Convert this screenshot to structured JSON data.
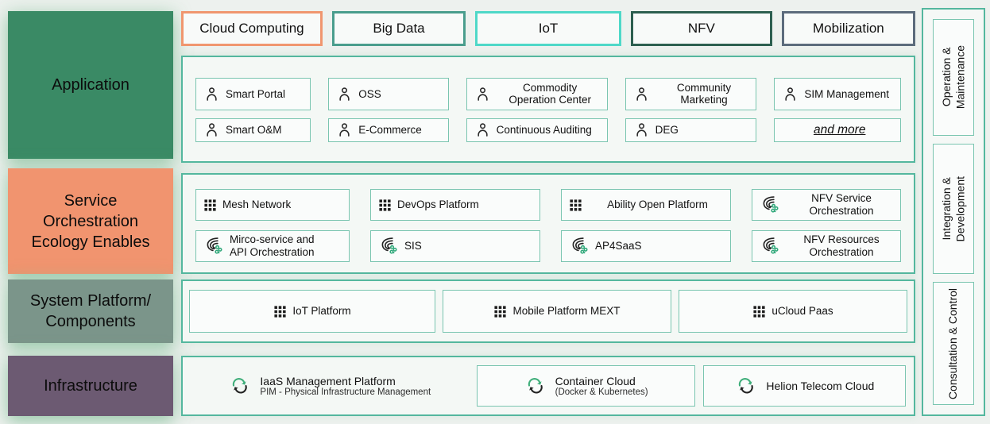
{
  "tabs": [
    {
      "label": "Cloud Computing",
      "style": "border-color:#f0966f"
    },
    {
      "label": "Big Data",
      "style": "border-color:#4a9d8d"
    },
    {
      "label": "IoT",
      "style": "border-color:#4fd8c8"
    },
    {
      "label": "NFV",
      "style": "border-color:#2d5f50"
    },
    {
      "label": "Mobilization",
      "style": "border-color:#5c6b7c"
    }
  ],
  "layers": [
    {
      "label": "Application",
      "style": "background:#3a8a65"
    },
    {
      "label": "Service\nOrchestration\nEcology Enables",
      "style": "background:#f1946f"
    },
    {
      "label": "System Platform/\nComponents",
      "style": "background:#7b958a"
    },
    {
      "label": "Infrastructure",
      "style": "background:#6c5a72"
    }
  ],
  "application": {
    "row1": [
      "Smart Portal",
      "OSS",
      "Commodity\nOperation Center",
      "Community\nMarketing",
      "SIM Management"
    ],
    "row2": [
      "Smart O&M",
      "E-Commerce",
      "Continuous Auditing",
      "DEG"
    ],
    "more": "and more"
  },
  "orchestration": {
    "row1": [
      "Mesh Network",
      "DevOps Platform",
      "Ability Open Platform",
      "NFV Service\nOrchestration"
    ],
    "row2": [
      "Mirco-service and\nAPI Orchestration",
      "SIS",
      "AP4SaaS",
      "NFV Resources\nOrchestration"
    ]
  },
  "platform": [
    "IoT Platform",
    "Mobile Platform MEXT",
    "uCloud Paas"
  ],
  "infrastructure": [
    {
      "title": "IaaS Management Platform",
      "subtitle": "PIM - Physical Infrastructure Management"
    },
    {
      "title": "Container Cloud",
      "subtitle": "(Docker & Kubernetes)"
    },
    {
      "title": "Helion Telecom Cloud",
      "subtitle": ""
    }
  ],
  "right_rail": [
    "Operation &\nMaintenance",
    "Integration &\nDevelopment",
    "Consultation & Control"
  ],
  "colors": {
    "panel_border": "#54b79e",
    "cell_border": "#7ac5b0",
    "accent_green": "#2fa87a",
    "tab_cloud": "#f0966f",
    "tab_bigdata": "#4a9d8d",
    "tab_iot": "#4fd8c8",
    "tab_nfv": "#2d5f50",
    "tab_mobilization": "#5c6b7c",
    "layer_application": "#3a8a65",
    "layer_service": "#f1946f",
    "layer_system": "#7b958a",
    "layer_infrastructure": "#6c5a72",
    "background": "#edf1ee"
  }
}
